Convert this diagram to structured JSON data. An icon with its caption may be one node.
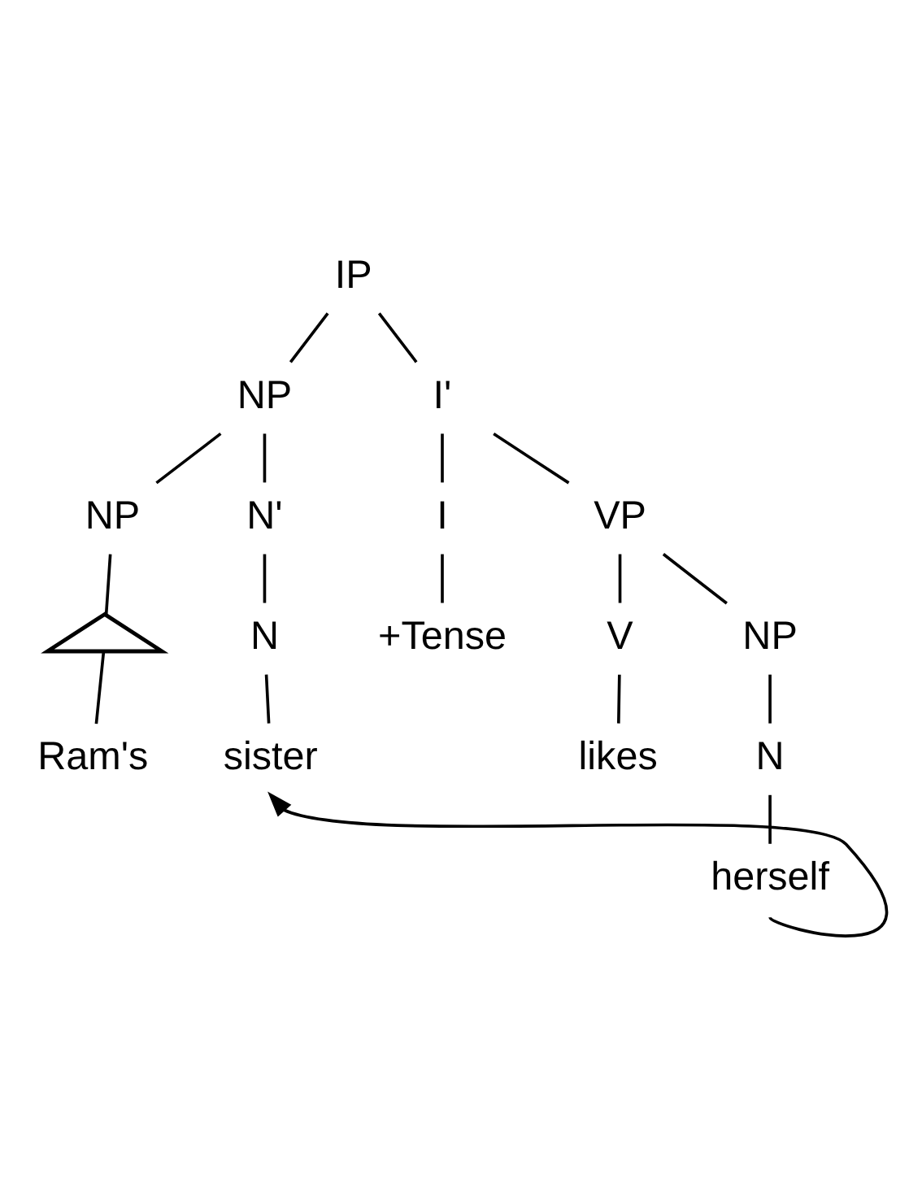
{
  "diagram": {
    "nodes": [
      {
        "text": [
          "IP"
        ]
      },
      {
        "text": [
          "NP"
        ]
      },
      {
        "text": [
          "I'"
        ]
      },
      {
        "text": [
          "NP"
        ]
      },
      {
        "text": [
          "N'"
        ]
      },
      {
        "text": [
          "I"
        ]
      },
      {
        "text": [
          "VP"
        ]
      },
      {
        "text": [],
        "shape": "triangle"
      },
      {
        "text": [
          "Ram's"
        ]
      },
      {
        "text": [
          "N"
        ]
      },
      {
        "text": [
          "+Tense"
        ]
      },
      {
        "text": [
          "V"
        ]
      },
      {
        "text": [
          "NP"
        ]
      },
      {
        "text": [
          "sister"
        ]
      },
      {
        "text": [
          "likes"
        ]
      },
      {
        "text": [
          "N"
        ]
      },
      {
        "text": [
          "herself"
        ]
      }
    ],
    "edges": [
      {
        "from": 0,
        "to": 1,
        "arrow": "none"
      },
      {
        "from": 0,
        "to": 2,
        "arrow": "none"
      },
      {
        "from": 1,
        "to": 3,
        "arrow": "none"
      },
      {
        "from": 1,
        "to": 4,
        "arrow": "none"
      },
      {
        "from": 2,
        "to": 5,
        "arrow": "none"
      },
      {
        "from": 2,
        "to": 6,
        "arrow": "none"
      },
      {
        "from": 3,
        "to": 7,
        "arrow": "none"
      },
      {
        "from": 7,
        "to": 8,
        "arrow": "none"
      },
      {
        "from": 4,
        "to": 9,
        "arrow": "none"
      },
      {
        "from": 5,
        "to": 10,
        "arrow": "none"
      },
      {
        "from": 6,
        "to": 11,
        "arrow": "none"
      },
      {
        "from": 6,
        "to": 12,
        "arrow": "none"
      },
      {
        "from": 9,
        "to": 13,
        "arrow": "none"
      },
      {
        "from": 11,
        "to": 14,
        "arrow": "none"
      },
      {
        "from": 12,
        "to": 15,
        "arrow": "none"
      },
      {
        "from": 15,
        "to": 16,
        "arrow": "none"
      },
      {
        "from": 16,
        "to": 13,
        "arrow": "to"
      }
    ]
  }
}
